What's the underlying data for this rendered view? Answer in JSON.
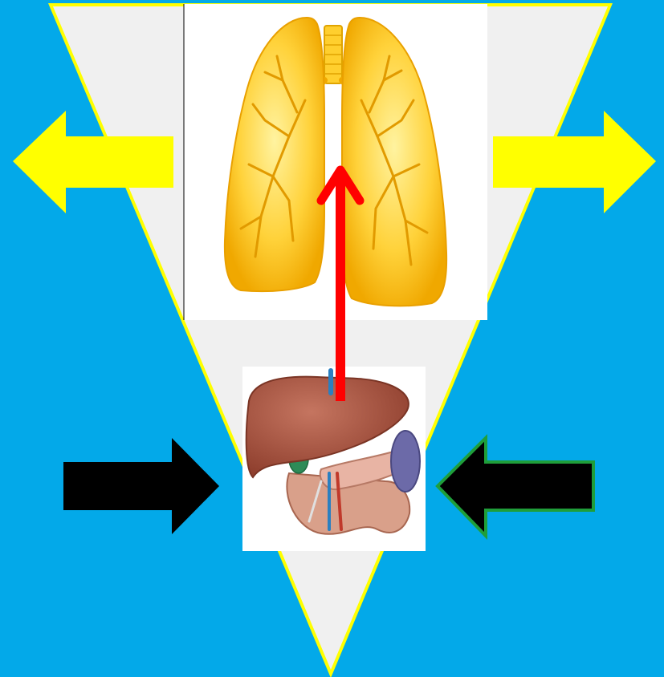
{
  "diagram": {
    "background_color": "#03a9e9",
    "triangle": {
      "fill": "#f0f0f0",
      "stroke": "#ffff00"
    },
    "top_panel": {
      "content": "lungs-illustration",
      "background": "#ffffff",
      "lung_color": "#ffc20e"
    },
    "bottom_panel": {
      "content": "digestive-organs-illustration",
      "background": "#ffffff",
      "liver_color": "#a8503c"
    },
    "arrows": {
      "outward_left": {
        "color": "#ffff00",
        "direction": "left"
      },
      "outward_right": {
        "color": "#ffff00",
        "direction": "right"
      },
      "inward_left": {
        "color": "#000000",
        "direction": "right"
      },
      "inward_right": {
        "color": "#000000",
        "outline": "#1f9e3a",
        "direction": "left"
      },
      "center_up": {
        "color": "#ff0000",
        "direction": "up"
      }
    }
  }
}
